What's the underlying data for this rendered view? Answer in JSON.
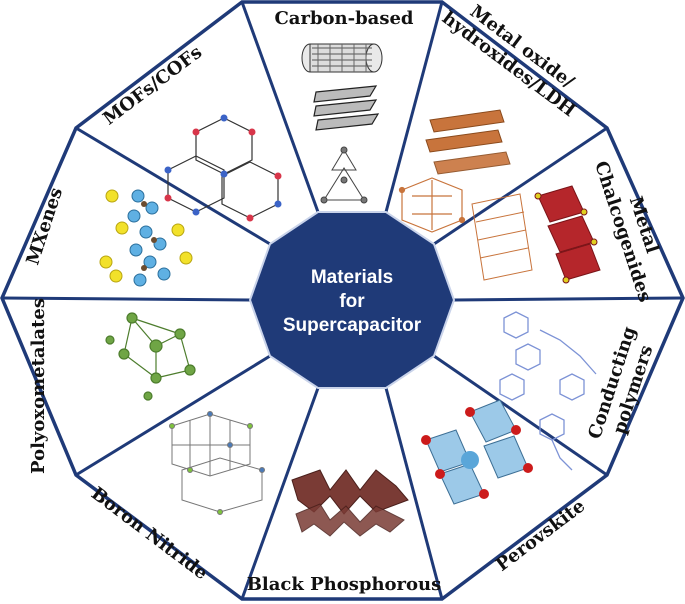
{
  "center": {
    "lines": [
      "Materials",
      "for",
      "Supercapacitor"
    ],
    "fill": "#1f3a78",
    "text_color": "#ffffff"
  },
  "segments": [
    {
      "id": "carbon-based",
      "lines": [
        "Carbon-based"
      ]
    },
    {
      "id": "metal-oxide",
      "lines": [
        "Metal oxide/",
        "hydroxides/LDH"
      ]
    },
    {
      "id": "metal-chalcogenides",
      "lines": [
        "Metal",
        "Chalcogenides"
      ]
    },
    {
      "id": "conducting-polymers",
      "lines": [
        "Conducting",
        "polymers"
      ]
    },
    {
      "id": "perovskite",
      "lines": [
        "Perovskite"
      ]
    },
    {
      "id": "black-phosphorous",
      "lines": [
        "Black Phosphorous"
      ]
    },
    {
      "id": "boron-nitride",
      "lines": [
        "Boron Nitride"
      ]
    },
    {
      "id": "polyoxometalates",
      "lines": [
        "Polyoxometalates"
      ]
    },
    {
      "id": "mxenes",
      "lines": [
        "MXenes"
      ]
    },
    {
      "id": "mofs-cofs",
      "lines": [
        "MOFs/COFs"
      ]
    }
  ],
  "colors": {
    "outline": "#1f3a78",
    "center_fill": "#1f3a78",
    "copper": "#c8743c",
    "chalcogenide_red": "#b5262b",
    "polymer_blue": "#7d93d6",
    "perovskite_blue": "#9cc9e8",
    "phosphorus_brown": "#7a3b35",
    "poly_green": "#6fa545",
    "mxene_yellow": "#f2e12a",
    "mxene_blue": "#5fb0e3",
    "mof_red": "#d8364a",
    "mof_blue": "#3b63c7"
  }
}
